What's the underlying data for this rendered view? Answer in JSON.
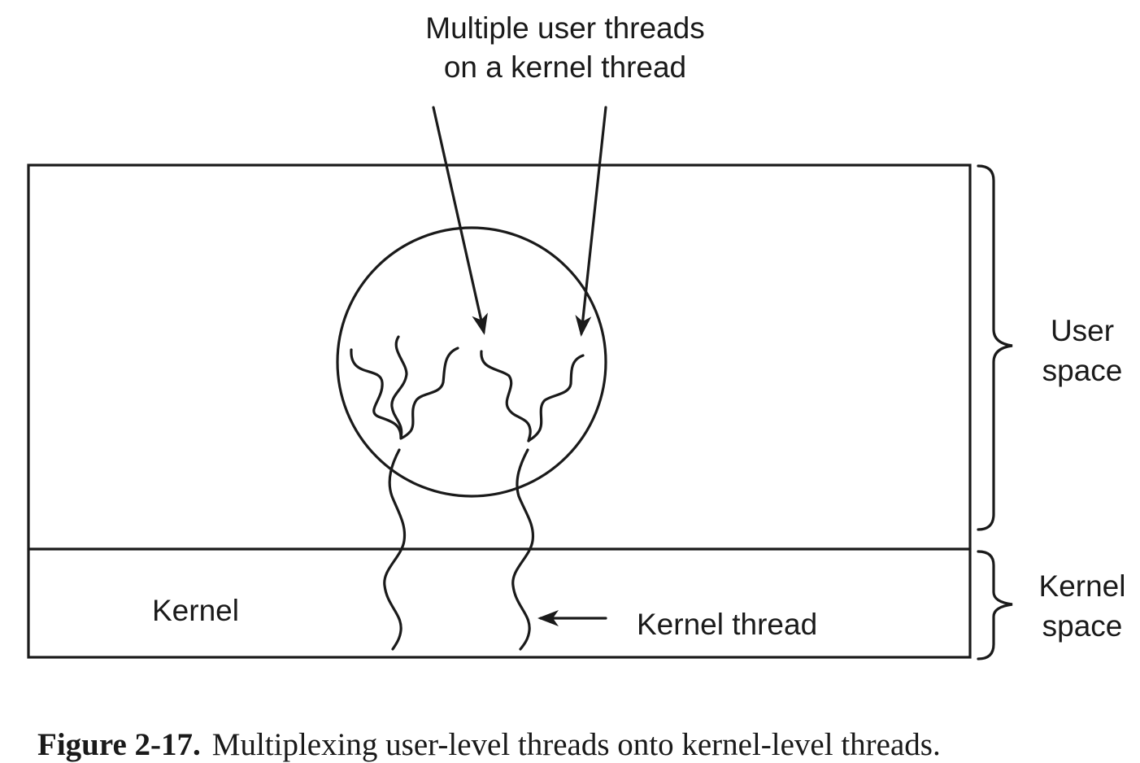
{
  "labels": {
    "top_line1": "Multiple user threads",
    "top_line2": "on a kernel thread",
    "user_space_line1": "User",
    "user_space_line2": "space",
    "kernel_space_line1": "Kernel",
    "kernel_space_line2": "space",
    "kernel": "Kernel",
    "kernel_thread": "Kernel thread"
  },
  "caption": {
    "number": "Figure 2-17.",
    "text": "Multiplexing user-level threads onto kernel-level threads."
  },
  "colors": {
    "ink": "#1a1a1a",
    "background": "#ffffff"
  }
}
